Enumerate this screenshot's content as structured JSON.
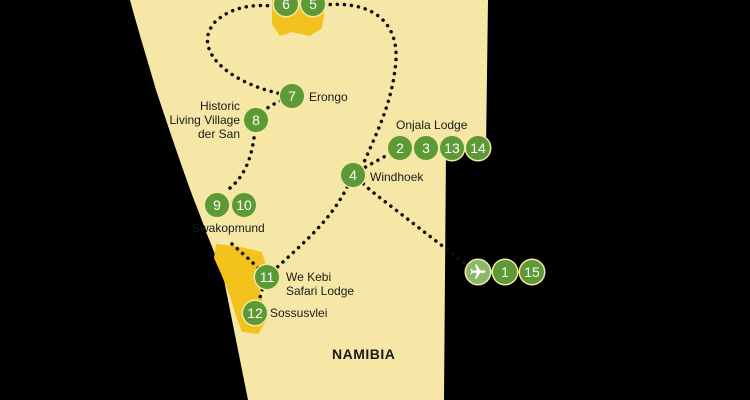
{
  "colors": {
    "land": "#f6e7a6",
    "ocean": "#000000",
    "highlight": "#f3c21c",
    "marker": "#5b9a34",
    "airport_marker": "#8db86a",
    "route": "#111111"
  },
  "map": {
    "country_label": "NAMIBIA",
    "icons": {
      "airport": "plane-icon"
    }
  },
  "stops": [
    {
      "id": "stop-6",
      "text": "6"
    },
    {
      "id": "stop-5",
      "text": "5"
    },
    {
      "id": "stop-7",
      "text": "7"
    },
    {
      "id": "stop-8",
      "text": "8"
    },
    {
      "id": "stop-2",
      "text": "2"
    },
    {
      "id": "stop-3",
      "text": "3"
    },
    {
      "id": "stop-13",
      "text": "13"
    },
    {
      "id": "stop-14",
      "text": "14"
    },
    {
      "id": "stop-4",
      "text": "4"
    },
    {
      "id": "stop-9",
      "text": "9"
    },
    {
      "id": "stop-10",
      "text": "10"
    },
    {
      "id": "stop-11",
      "text": "11"
    },
    {
      "id": "stop-12",
      "text": "12"
    },
    {
      "id": "stop-1",
      "text": "1"
    },
    {
      "id": "stop-15",
      "text": "15"
    }
  ],
  "places": {
    "erongo": "Erongo",
    "living_village": [
      "Historic",
      "Living Village",
      "der San"
    ],
    "onjala": "Onjala Lodge",
    "windhoek": "Windhoek",
    "swakopmund": "Swakopmund",
    "we_kebi": [
      "We Kebi",
      "Safari Lodge"
    ],
    "sossusvlei": "Sossusvlei"
  }
}
